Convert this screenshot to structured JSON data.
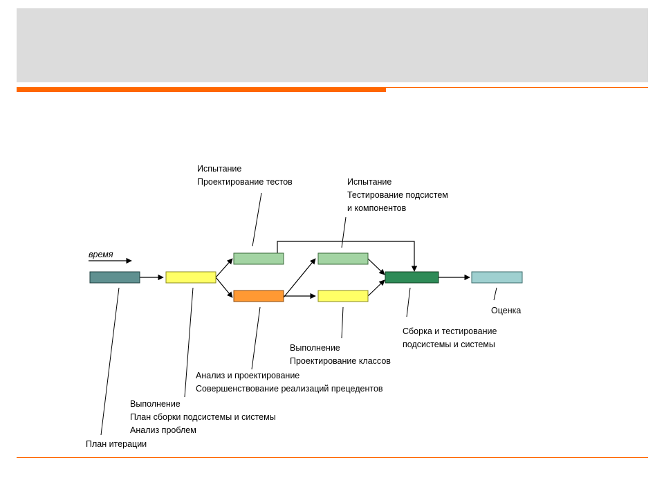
{
  "colors": {
    "title_band": "#dcdcdc",
    "accent": "#ff6600",
    "plan_box": "#5f9090",
    "execution_box": "#ffff66",
    "test_box": "#a3d4a3",
    "analysis_box": "#ff9933",
    "assembly_box": "#2e8b57",
    "evaluation_box": "#9fd0d0"
  },
  "diagram": {
    "time_label": "время",
    "labels": {
      "test_design": [
        "Испытание",
        "Проектирование тестов"
      ],
      "subsystem_test": [
        "Испытание",
        "Тестирование подсистем",
        "и компонентов"
      ],
      "evaluation": [
        "Оценка"
      ],
      "assembly_test": [
        "Сборка и тестирование",
        "подсистемы и системы"
      ],
      "class_design": [
        "Выполнение",
        "Проектирование классов"
      ],
      "analysis_design": [
        "Анализ и проектирование",
        "Совершенствование реализаций прецедентов"
      ],
      "build_plan": [
        "Выполнение",
        "План сборки подсистемы и системы",
        "Анализ проблем"
      ],
      "iteration_plan": [
        "План итерации"
      ]
    }
  }
}
